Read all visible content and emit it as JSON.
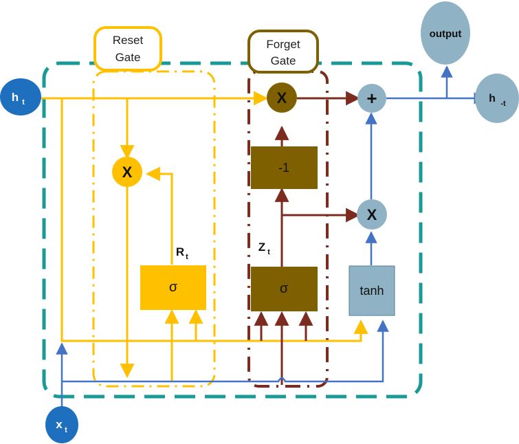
{
  "diagram": {
    "labels": {
      "reset_gate_line1": "Reset",
      "reset_gate_line2": "Gate",
      "forget_gate_line1": "Forget",
      "forget_gate_line2": "Gate",
      "output": "output",
      "h_out_main": "h",
      "h_out_sub": "-t",
      "h_in_main": "h",
      "h_in_sub": "t",
      "x_in_main": "x",
      "x_in_sub": "t",
      "r_main": "R",
      "r_sub": "t",
      "z_main": "Z",
      "z_sub": "t",
      "reset_mult": "X",
      "forget_mult": "X",
      "update_mult": "X",
      "add_op": "+",
      "minus_one": "-1",
      "sigma_reset": "σ",
      "sigma_update": "σ",
      "tanh": "tanh"
    },
    "colors": {
      "teal_border": "#1a9a96",
      "reset_yellow": "#ffc000",
      "forget_olive": "#7f6000",
      "dark_red": "#7b2c1f",
      "blue_node": "#1f6fbf",
      "blue_line": "#4472c4",
      "light_steel": "#8fb3c4"
    }
  }
}
